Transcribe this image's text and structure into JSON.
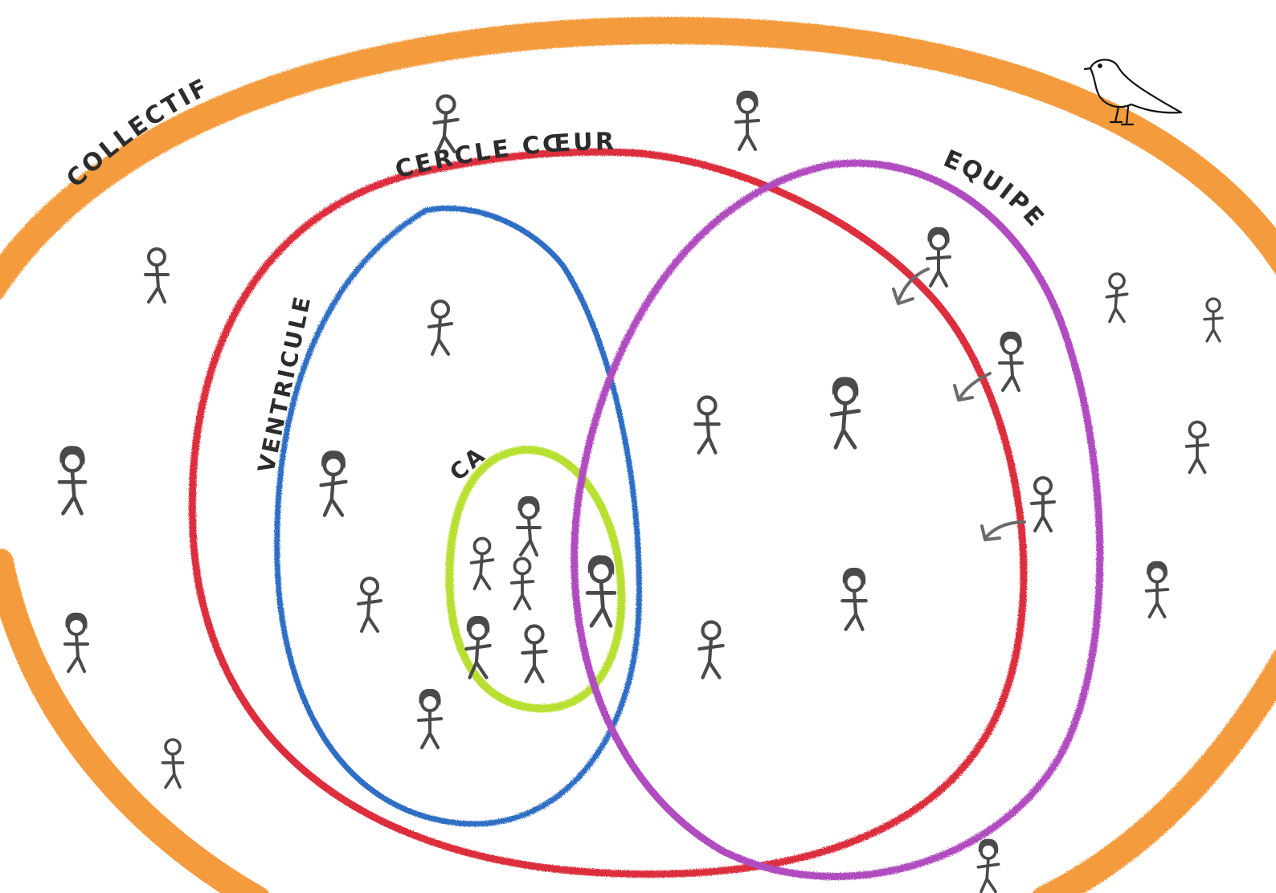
{
  "labels": {
    "collectif": "COLLECTIF",
    "cercle_coeur": "CERCLE CŒUR",
    "ventricule": "VENTRICULE",
    "ca": "CA",
    "equipe": "EQUIPE"
  },
  "colors": {
    "collectif": "#f28a1e",
    "cercle_coeur": "#dc2d3c",
    "ventricule": "#2f6ec4",
    "ca": "#b8e030",
    "equipe": "#b04cc0"
  },
  "icons": [
    "stick-figure-icon",
    "bird-icon",
    "arrow-icon"
  ]
}
